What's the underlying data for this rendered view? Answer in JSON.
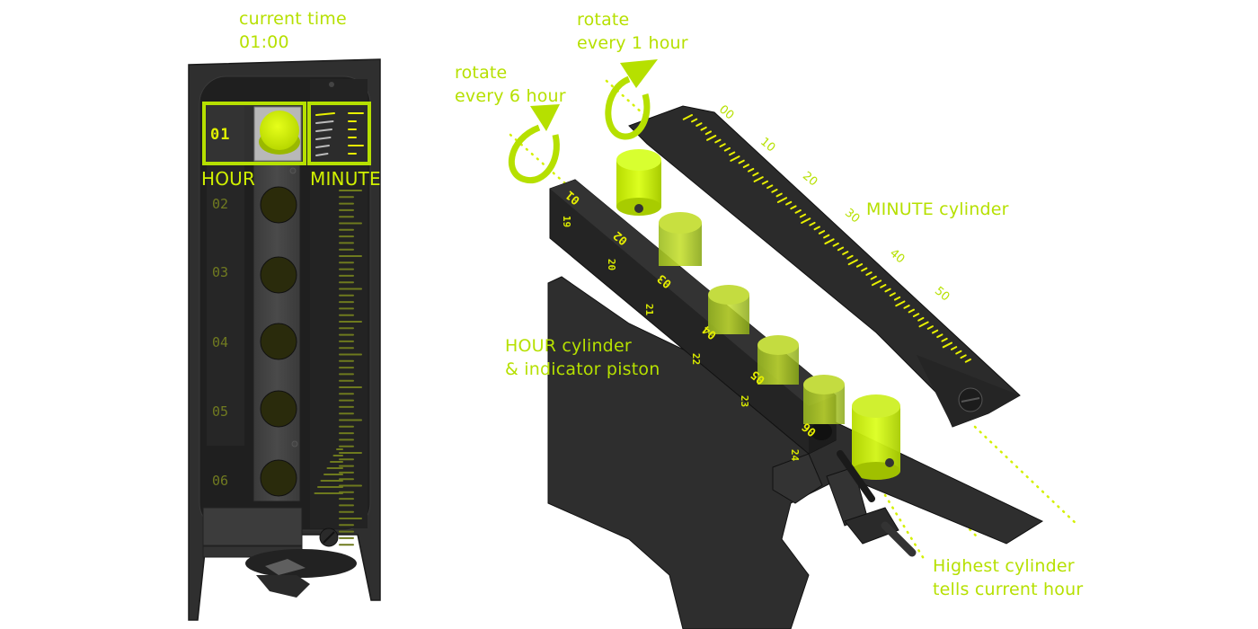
{
  "colors": {
    "accent": "#b6e000",
    "accent_bright": "#d4f000",
    "indicator_yellow": "#e8f000",
    "body_dark": "#2c2c2c",
    "body_mid": "#3c3c3c",
    "body_edge": "#1a1a1a",
    "cup_fill": "#a8c830",
    "background": "#ffffff"
  },
  "front_view": {
    "current_time_label": "current time",
    "current_time_value": "01:00",
    "hour_label": "HOUR",
    "minute_label": "MINUTE",
    "active_hour": "01",
    "hour_marks": [
      "02",
      "03",
      "04",
      "05",
      "06"
    ]
  },
  "exploded_view": {
    "rotate_6h": {
      "line1": "rotate",
      "line2": "every 6 hour"
    },
    "rotate_1h": {
      "line1": "rotate",
      "line2": "every 1 hour"
    },
    "minute_cylinder_label": "MINUTE cylinder",
    "hour_cylinder_label": {
      "line1": "HOUR cylinder",
      "line2": "& indicator piston"
    },
    "highest_cylinder_label": {
      "line1": "Highest cylinder",
      "line2": "tells current hour"
    },
    "minute_scale_labels": [
      "00",
      "10",
      "20",
      "30",
      "40",
      "50"
    ],
    "hour_bar_top_labels": [
      "01",
      "02",
      "03",
      "04",
      "05",
      "06"
    ],
    "hour_bar_side_labels": [
      "19",
      "20",
      "21",
      "22",
      "23",
      "24"
    ]
  }
}
